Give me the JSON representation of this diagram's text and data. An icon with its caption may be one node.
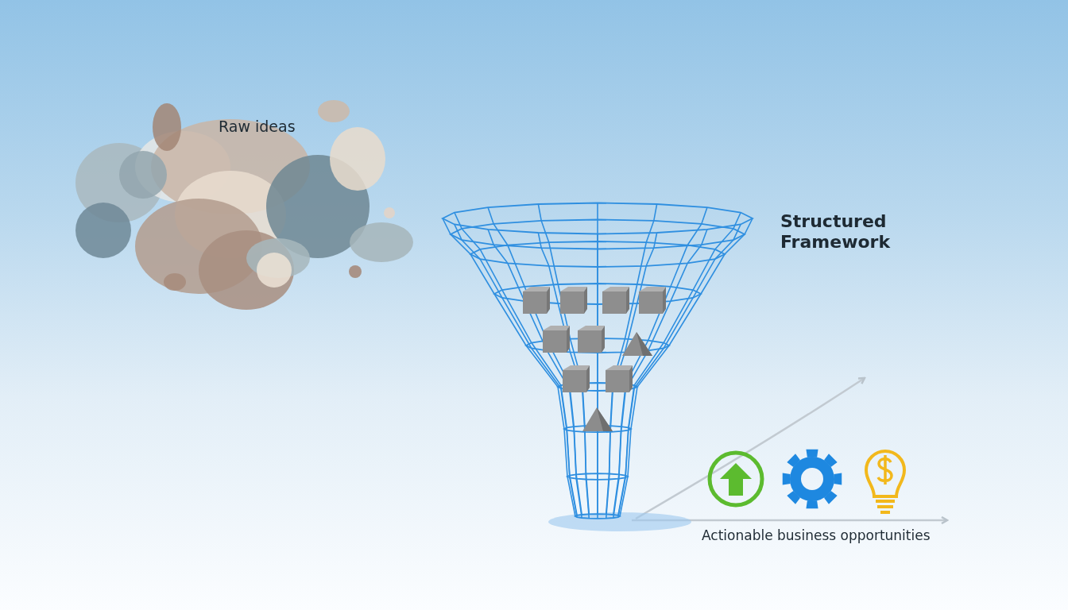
{
  "diagram": {
    "nodes": [
      {
        "text": [
          "Raw ideas"
        ]
      },
      {
        "text": [],
        "shape": "picture"
      }
    ],
    "edges": [
      {
        "from": 1,
        "to": null,
        "arrow": "to"
      },
      {
        "from": 1,
        "to": null,
        "arrow": "to"
      }
    ],
    "labels": [
      "Structured Framework",
      "Actionable business opportunities"
    ]
  }
}
